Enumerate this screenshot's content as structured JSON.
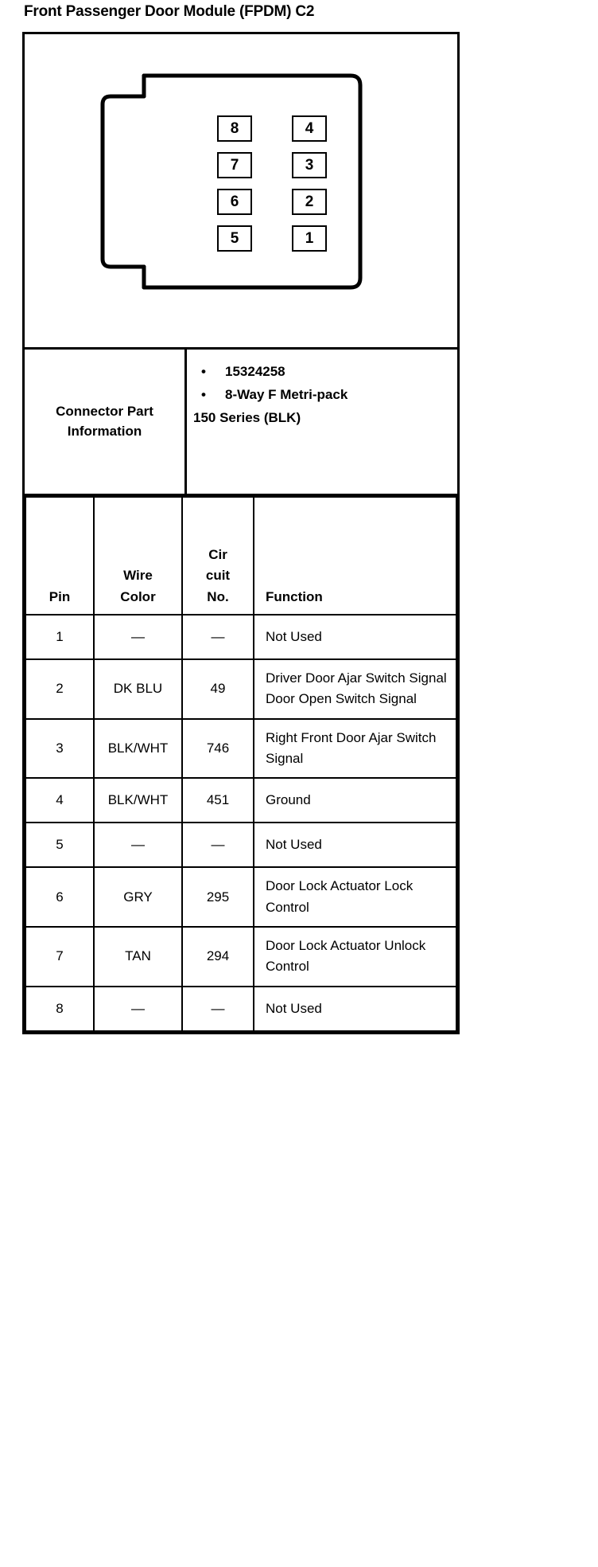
{
  "document": {
    "title": "Front Passenger Door Module (FPDM) C2"
  },
  "connector_diagram": {
    "pins": [
      {
        "label": "8",
        "column": "left",
        "row": 1
      },
      {
        "label": "4",
        "column": "right",
        "row": 1
      },
      {
        "label": "7",
        "column": "left",
        "row": 2
      },
      {
        "label": "3",
        "column": "right",
        "row": 2
      },
      {
        "label": "6",
        "column": "left",
        "row": 3
      },
      {
        "label": "2",
        "column": "right",
        "row": 3
      },
      {
        "label": "5",
        "column": "left",
        "row": 4
      },
      {
        "label": "1",
        "column": "right",
        "row": 4
      }
    ]
  },
  "connector_part_information": {
    "label_line1": "Connector Part",
    "label_line2": "Information",
    "bullets": [
      "15324258",
      "8-Way F Metri-pack"
    ],
    "continuation": "150 Series (BLK)"
  },
  "pin_table": {
    "headers": {
      "pin": "Pin",
      "wire_color_line1": "Wire",
      "wire_color_line2": "Color",
      "circuit_line1": "Cir",
      "circuit_line2": "cuit",
      "circuit_line3": "No.",
      "function": "Function"
    },
    "rows": [
      {
        "pin": "1",
        "wire_color": "—",
        "circuit_no": "—",
        "function": "Not Used"
      },
      {
        "pin": "2",
        "wire_color": "DK BLU",
        "circuit_no": "49",
        "function": "Driver Door Ajar Switch Signal Door Open Switch Signal"
      },
      {
        "pin": "3",
        "wire_color": "BLK/WHT",
        "circuit_no": "746",
        "function": "Right Front Door Ajar Switch Signal"
      },
      {
        "pin": "4",
        "wire_color": "BLK/WHT",
        "circuit_no": "451",
        "function": "Ground"
      },
      {
        "pin": "5",
        "wire_color": "—",
        "circuit_no": "—",
        "function": "Not Used"
      },
      {
        "pin": "6",
        "wire_color": "GRY",
        "circuit_no": "295",
        "function": "Door Lock Actuator Lock Control"
      },
      {
        "pin": "7",
        "wire_color": "TAN",
        "circuit_no": "294",
        "function": "Door Lock Actuator Unlock Control"
      },
      {
        "pin": "8",
        "wire_color": "—",
        "circuit_no": "—",
        "function": "Not Used"
      }
    ]
  },
  "colors": {
    "ink": "#000000",
    "paper": "#ffffff"
  }
}
